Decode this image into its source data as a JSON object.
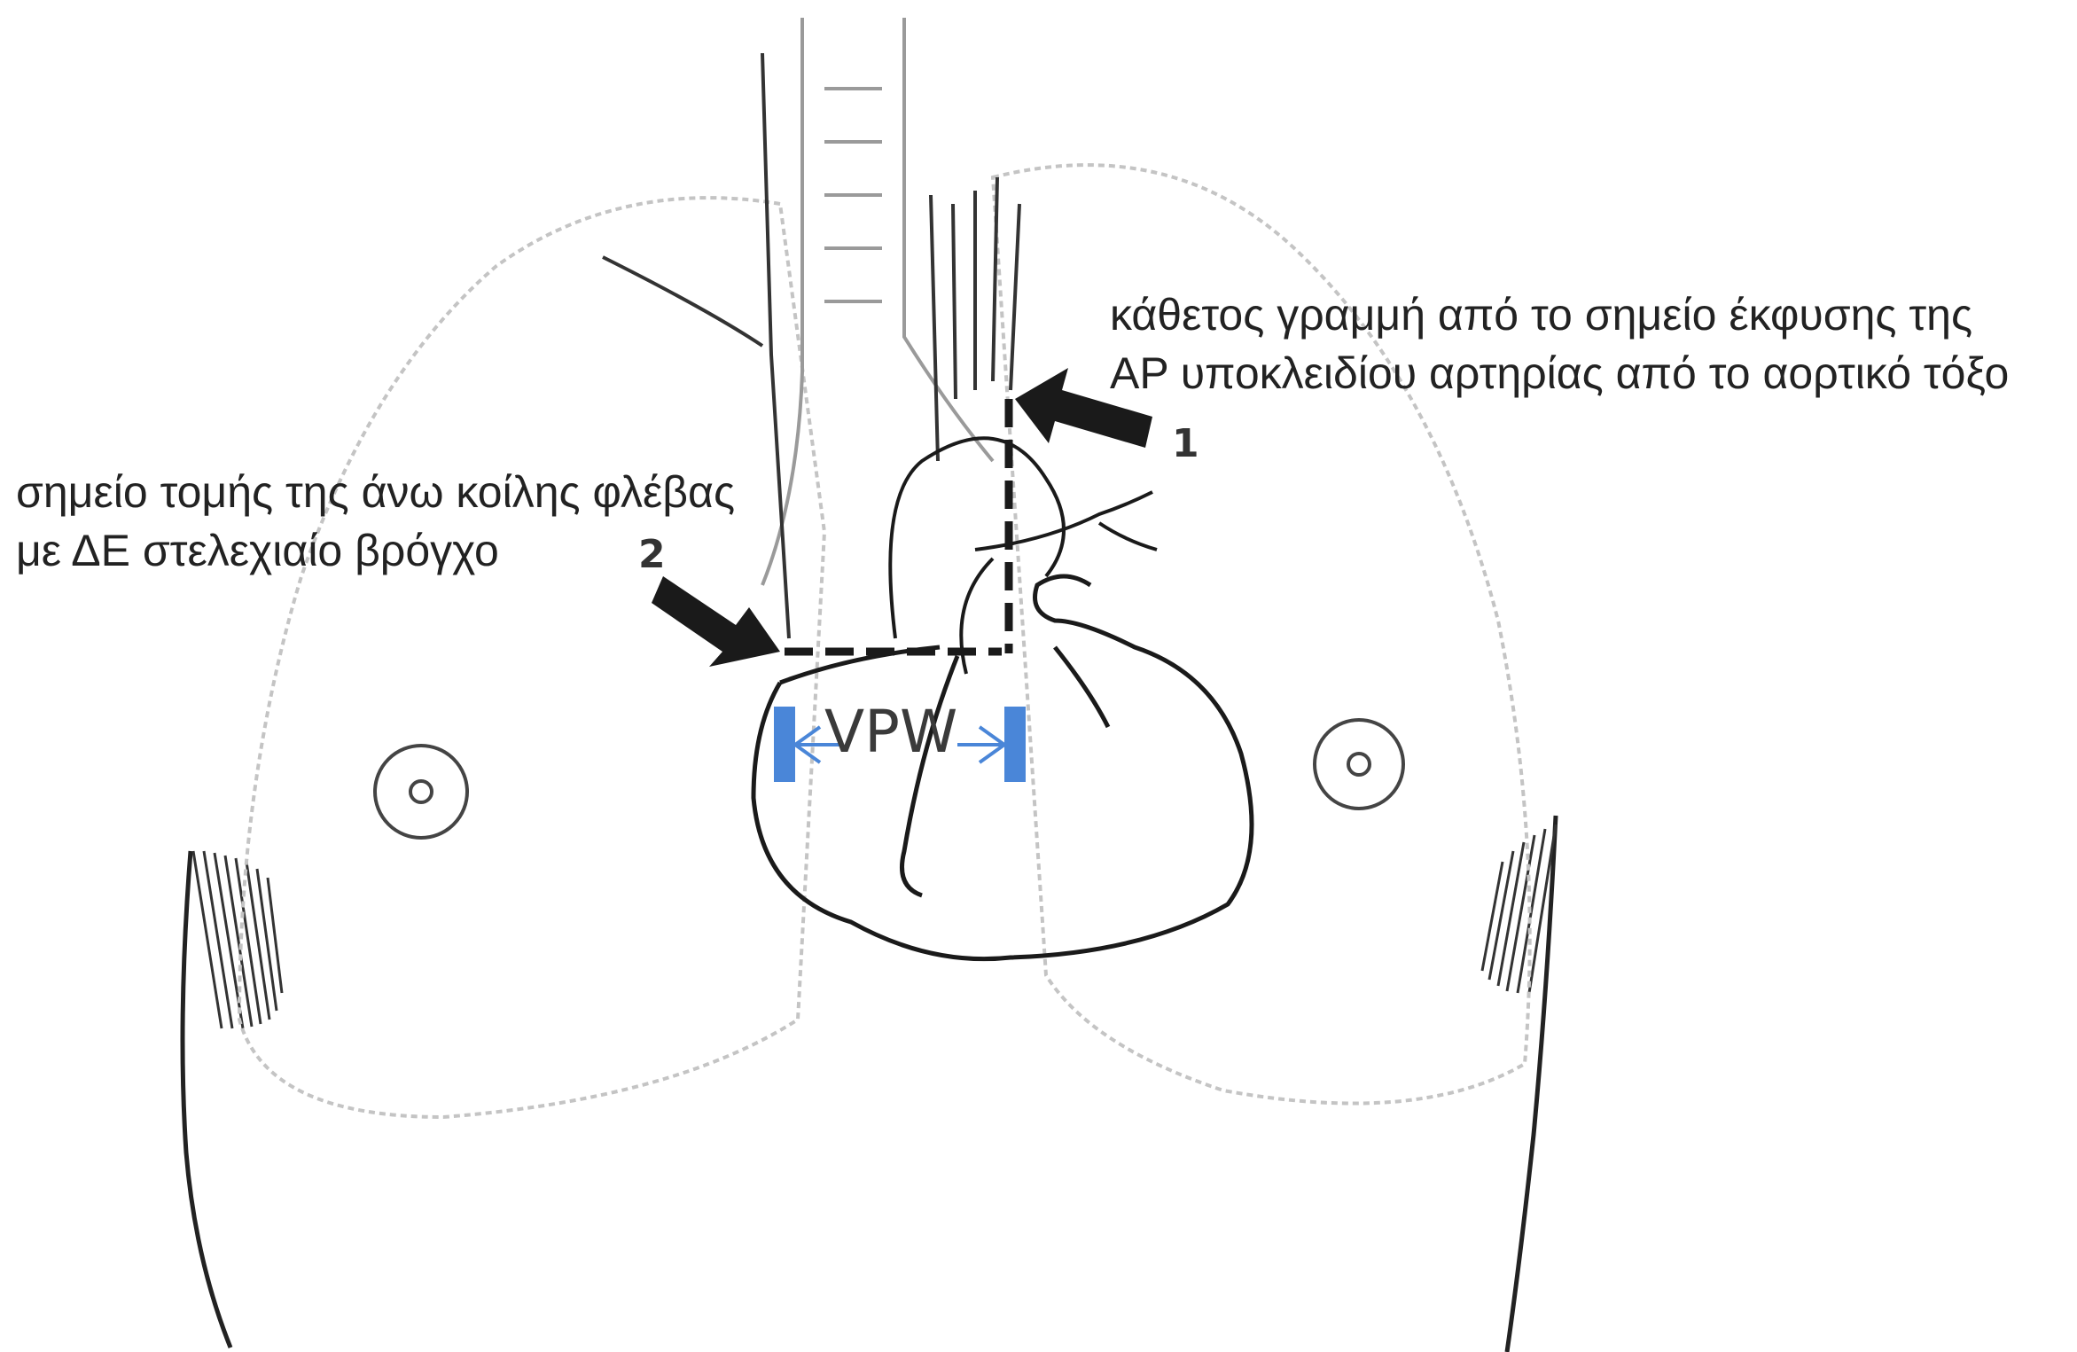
{
  "diagram": {
    "annotation_right": [
      "κάθετος γραμμή από το σημείο έκφυσης της",
      "ΑΡ υποκλειδίου αρτηρίας από το αορτικό τόξο"
    ],
    "annotation_left": [
      "σημείο τομής της άνω κοίλης φλέβας",
      "με ΔΕ στελεχιαίο βρόγχο"
    ],
    "arrow_1_number": "1",
    "arrow_2_number": "2",
    "measurement_label": "VPW",
    "colors": {
      "measurement": "#4a86d8",
      "arrows": "#1a1a1a",
      "text": "#222222",
      "sketch_lines": "#bfbfbf",
      "heart_outline": "#1a1a1a"
    }
  }
}
